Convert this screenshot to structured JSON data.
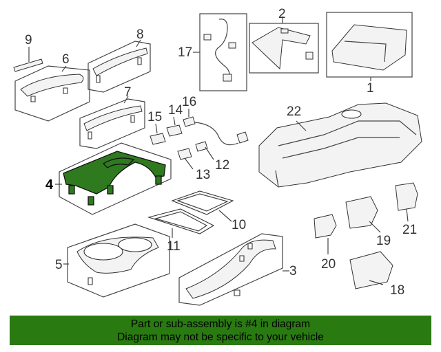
{
  "diagram": {
    "callouts": [
      {
        "id": "1",
        "label": "1"
      },
      {
        "id": "2",
        "label": "2"
      },
      {
        "id": "3",
        "label": "3"
      },
      {
        "id": "4",
        "label": "4"
      },
      {
        "id": "5",
        "label": "5"
      },
      {
        "id": "6",
        "label": "6"
      },
      {
        "id": "7",
        "label": "7"
      },
      {
        "id": "8",
        "label": "8"
      },
      {
        "id": "9",
        "label": "9"
      },
      {
        "id": "10",
        "label": "10"
      },
      {
        "id": "11",
        "label": "11"
      },
      {
        "id": "12",
        "label": "12"
      },
      {
        "id": "13",
        "label": "13"
      },
      {
        "id": "14",
        "label": "14"
      },
      {
        "id": "15",
        "label": "15"
      },
      {
        "id": "16",
        "label": "16"
      },
      {
        "id": "17",
        "label": "17"
      },
      {
        "id": "18",
        "label": "18"
      },
      {
        "id": "19",
        "label": "19"
      },
      {
        "id": "20",
        "label": "20"
      },
      {
        "id": "21",
        "label": "21"
      },
      {
        "id": "22",
        "label": "22"
      }
    ],
    "highlighted_part": "4",
    "highlight_color": "#2f7a1f"
  },
  "banner": {
    "line1": "Part or sub-assembly is #4 in diagram",
    "line2": "Diagram may not be specific to your vehicle",
    "background": "#2a7a12"
  }
}
